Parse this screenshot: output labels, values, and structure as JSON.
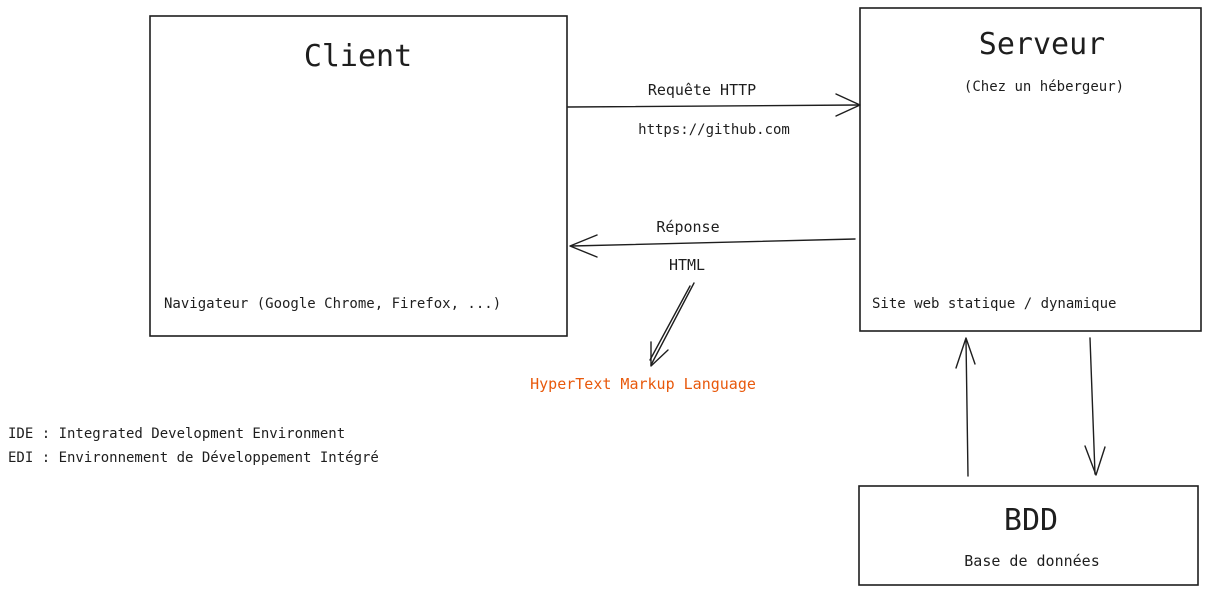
{
  "client": {
    "title": "Client",
    "subtitle": "Navigateur (Google Chrome, Firefox, ...)"
  },
  "server": {
    "title": "Serveur",
    "host": "(Chez un hébergeur)",
    "subtitle": "Site web statique / dynamique"
  },
  "request": {
    "label": "Requête HTTP",
    "url": "https://github.com"
  },
  "response": {
    "label": "Réponse",
    "format": "HTML",
    "format_expanded": "HyperText Markup Language"
  },
  "database": {
    "title": "BDD",
    "subtitle": "Base de données"
  },
  "notes": {
    "ide": "IDE : Integrated Development Environment",
    "edi": "EDI : Environnement de Développement Intégré"
  },
  "colors": {
    "stroke": "#1e1e1e",
    "accent": "#e8590c"
  }
}
